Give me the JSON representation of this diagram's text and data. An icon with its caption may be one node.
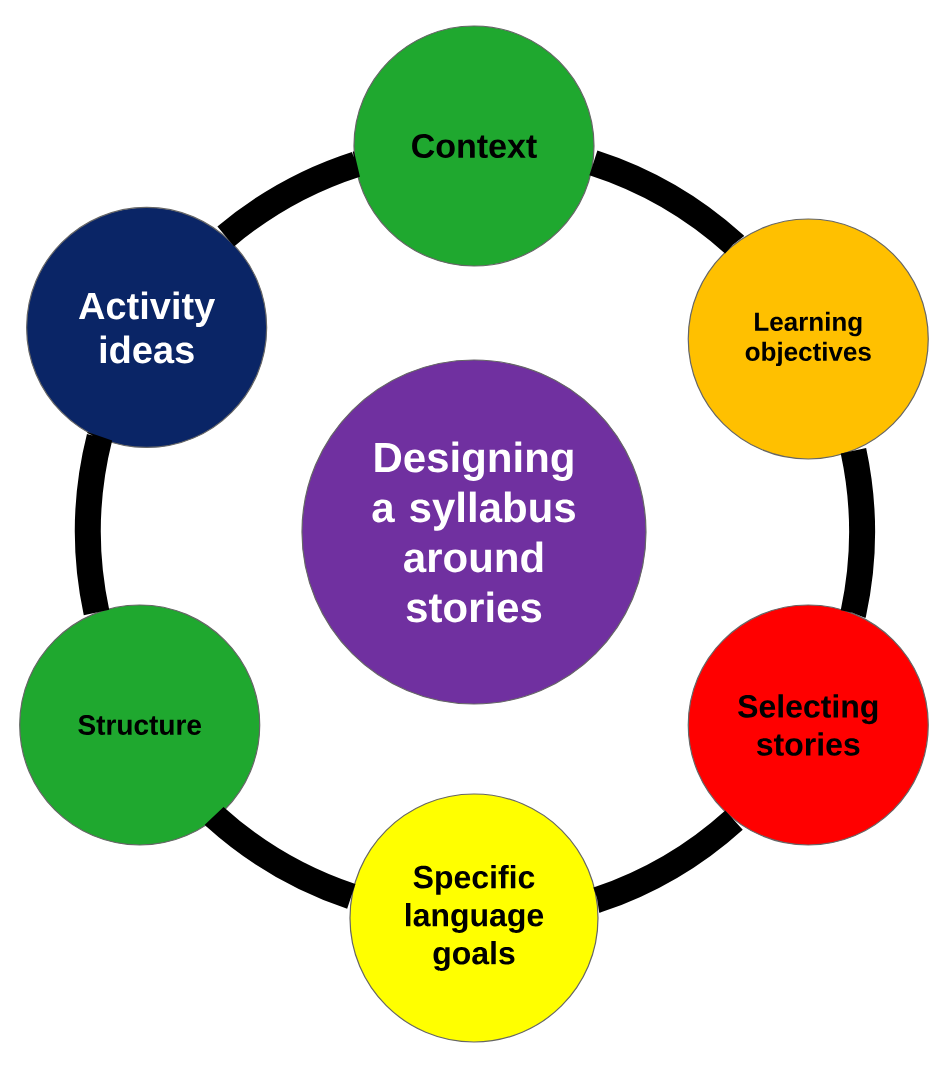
{
  "diagram": {
    "nodes": [
      {
        "text": [
          "Context"
        ]
      },
      {
        "text": [
          "Activity ideas"
        ]
      },
      {
        "text": [
          "Learning objectives"
        ]
      },
      {
        "text": [
          "Designing a syllabus around stories"
        ]
      },
      {
        "text": [
          "Selecting stories"
        ]
      },
      {
        "text": [
          "Structure"
        ]
      },
      {
        "text": [
          "Specific language goals"
        ]
      }
    ],
    "edges": [
      {
        "from": 0,
        "to": 2,
        "arrow": "none"
      },
      {
        "from": 2,
        "to": 4,
        "arrow": "none"
      },
      {
        "from": 4,
        "to": 6,
        "arrow": "none"
      },
      {
        "from": 6,
        "to": 5,
        "arrow": "none"
      },
      {
        "from": 5,
        "to": 1,
        "arrow": "none"
      },
      {
        "from": 1,
        "to": 0,
        "arrow": "none"
      }
    ]
  }
}
